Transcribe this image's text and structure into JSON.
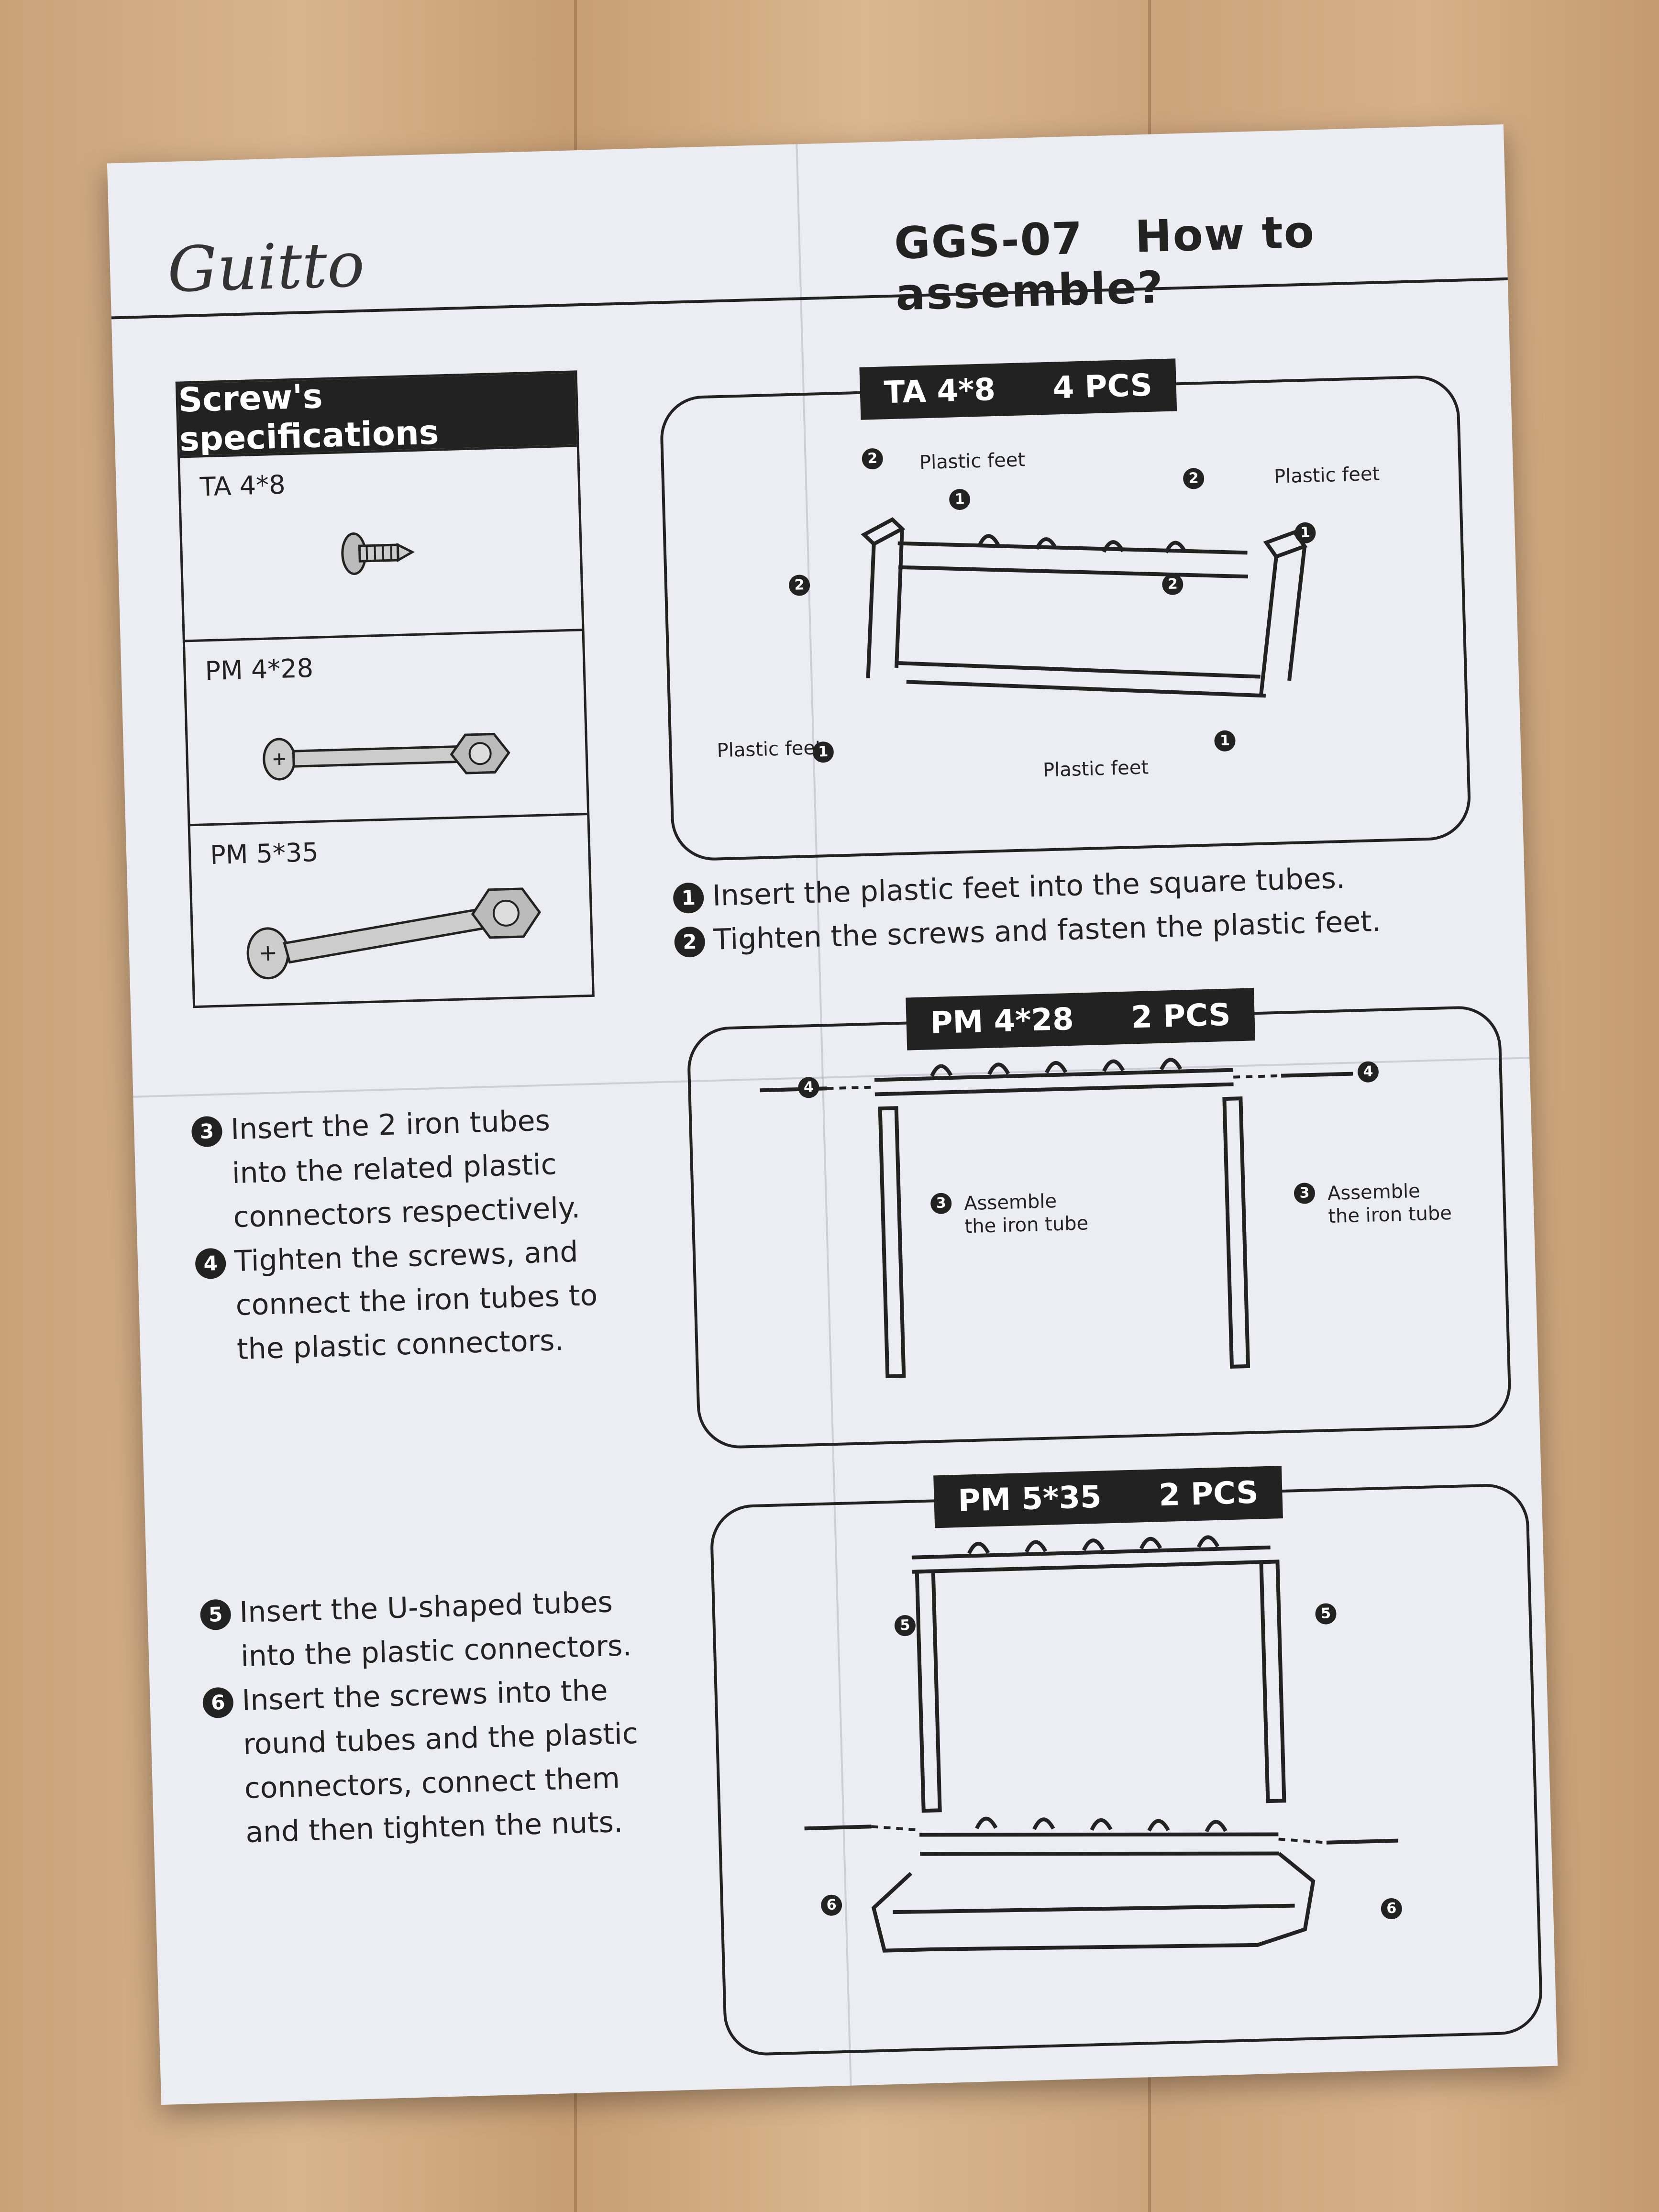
{
  "header": {
    "logo_text": "Guitto",
    "model": "GGS-07",
    "title": "How to assemble?"
  },
  "specs": {
    "title": "Screw's specifications",
    "rows": [
      {
        "label": "TA 4*8"
      },
      {
        "label": "PM 4*28"
      },
      {
        "label": "PM 5*35"
      }
    ]
  },
  "panel1": {
    "tag_spec": "TA 4*8",
    "tag_qty": "4 PCS",
    "labels": {
      "plastic_feet": "Plastic feet"
    },
    "nums": {
      "one": "1",
      "two": "2"
    },
    "steps": [
      {
        "num": "1",
        "text": "Insert the plastic feet into the square tubes."
      },
      {
        "num": "2",
        "text": "Tighten the screws and fasten the plastic feet."
      }
    ]
  },
  "panel2": {
    "tag_spec": "PM 4*28",
    "tag_qty": "2 PCS",
    "labels": {
      "assemble_line1": "Assemble",
      "assemble_line2": "the iron tube"
    },
    "nums": {
      "three": "3",
      "four": "4"
    },
    "steps": [
      {
        "num": "3",
        "lines": [
          "Insert the 2 iron tubes",
          "into the related plastic",
          "connectors respectively."
        ]
      },
      {
        "num": "4",
        "lines": [
          "Tighten the screws, and",
          "connect the iron tubes to",
          "the plastic connectors."
        ]
      }
    ]
  },
  "panel3": {
    "tag_spec": "PM 5*35",
    "tag_qty": "2 PCS",
    "nums": {
      "five": "5",
      "six": "6"
    },
    "steps": [
      {
        "num": "5",
        "lines": [
          "Insert the U-shaped tubes",
          "into the plastic connectors."
        ]
      },
      {
        "num": "6",
        "lines": [
          "Insert the screws into the",
          "round tubes and the plastic",
          "connectors, connect them",
          "and then tighten the nuts."
        ]
      }
    ]
  }
}
